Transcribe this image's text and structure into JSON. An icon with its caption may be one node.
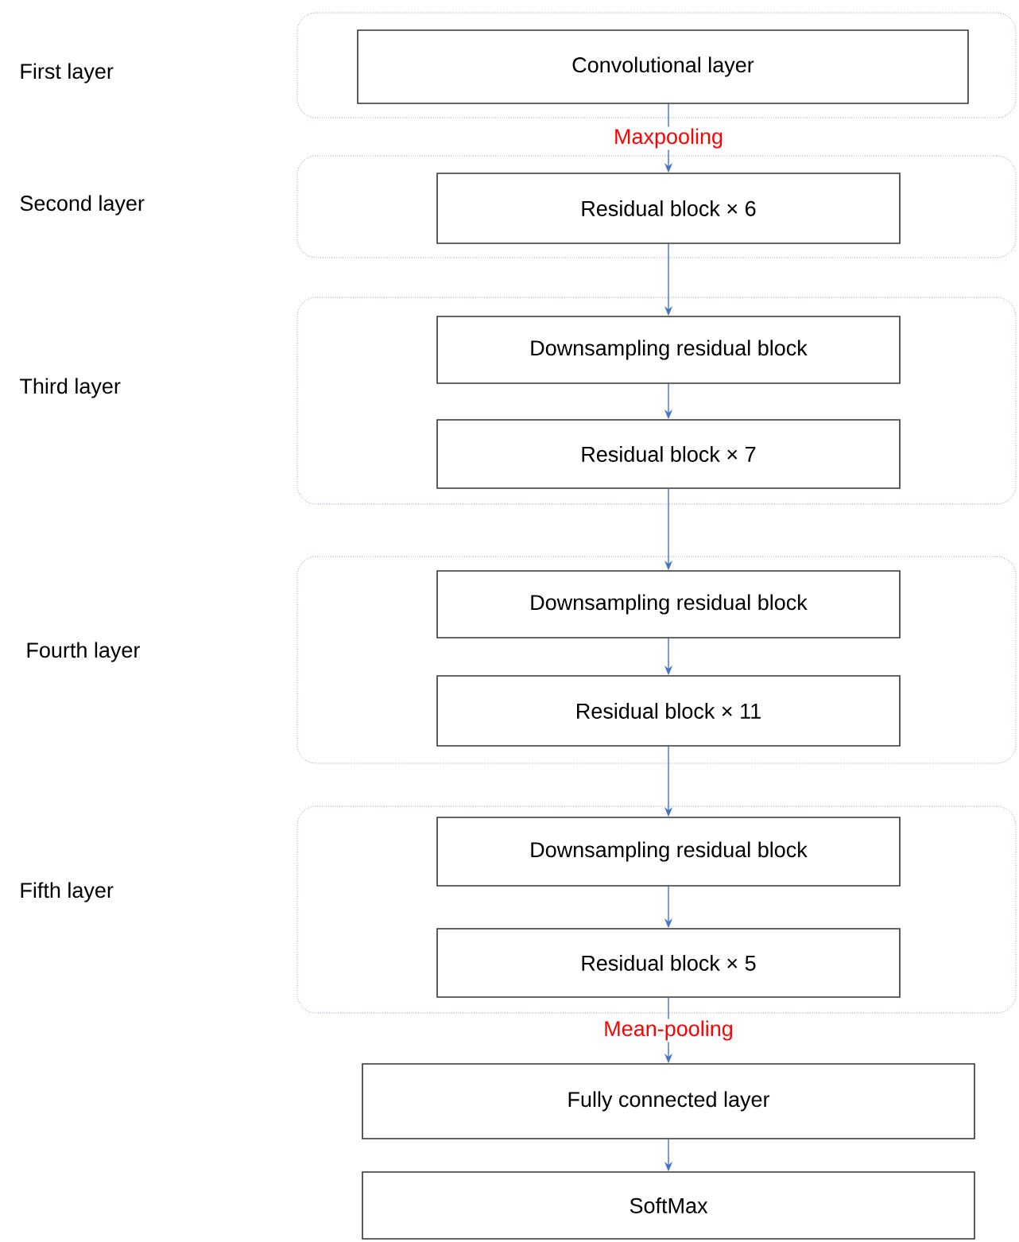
{
  "diagram": {
    "nodes": [
      {
        "text": [],
        "shape": "box"
      },
      {
        "text": [
          "Convolutional layer"
        ],
        "in": 0
      },
      {
        "text": [],
        "shape": "box"
      },
      {
        "text": [
          "Residual block × 6"
        ],
        "in": 2
      },
      {
        "text": [],
        "shape": "box"
      },
      {
        "text": [
          "Downsampling residual block"
        ],
        "in": 4
      },
      {
        "text": [
          "Residual block × 7"
        ],
        "in": 4
      },
      {
        "text": [],
        "shape": "box"
      },
      {
        "text": [
          "Downsampling residual block"
        ],
        "in": 7
      },
      {
        "text": [
          "Residual block × 11"
        ],
        "in": 7
      },
      {
        "text": [],
        "shape": "box"
      },
      {
        "text": [
          "Downsampling residual block"
        ],
        "in": 10
      },
      {
        "text": [
          "Residual block × 5"
        ],
        "in": 10
      },
      {
        "text": [
          "Fully connected layer"
        ]
      },
      {
        "text": [
          "SoftMax"
        ]
      }
    ],
    "edges": [
      {
        "from": 1,
        "to": 3,
        "arrow": "to",
        "label": "Maxpooling"
      },
      {
        "from": 3,
        "to": 5,
        "arrow": "to"
      },
      {
        "from": 5,
        "to": 6,
        "arrow": "to"
      },
      {
        "from": 6,
        "to": 8,
        "arrow": "to"
      },
      {
        "from": 8,
        "to": 9,
        "arrow": "to"
      },
      {
        "from": 9,
        "to": 11,
        "arrow": "to"
      },
      {
        "from": 11,
        "to": 12,
        "arrow": "to"
      },
      {
        "from": 12,
        "to": 13,
        "arrow": "to",
        "label": "Mean-pooling"
      },
      {
        "from": 13,
        "to": 14,
        "arrow": "to"
      }
    ],
    "labels": [
      "First layer",
      "Second layer",
      "Third layer",
      "Fourth layer",
      "Fifth layer"
    ]
  }
}
